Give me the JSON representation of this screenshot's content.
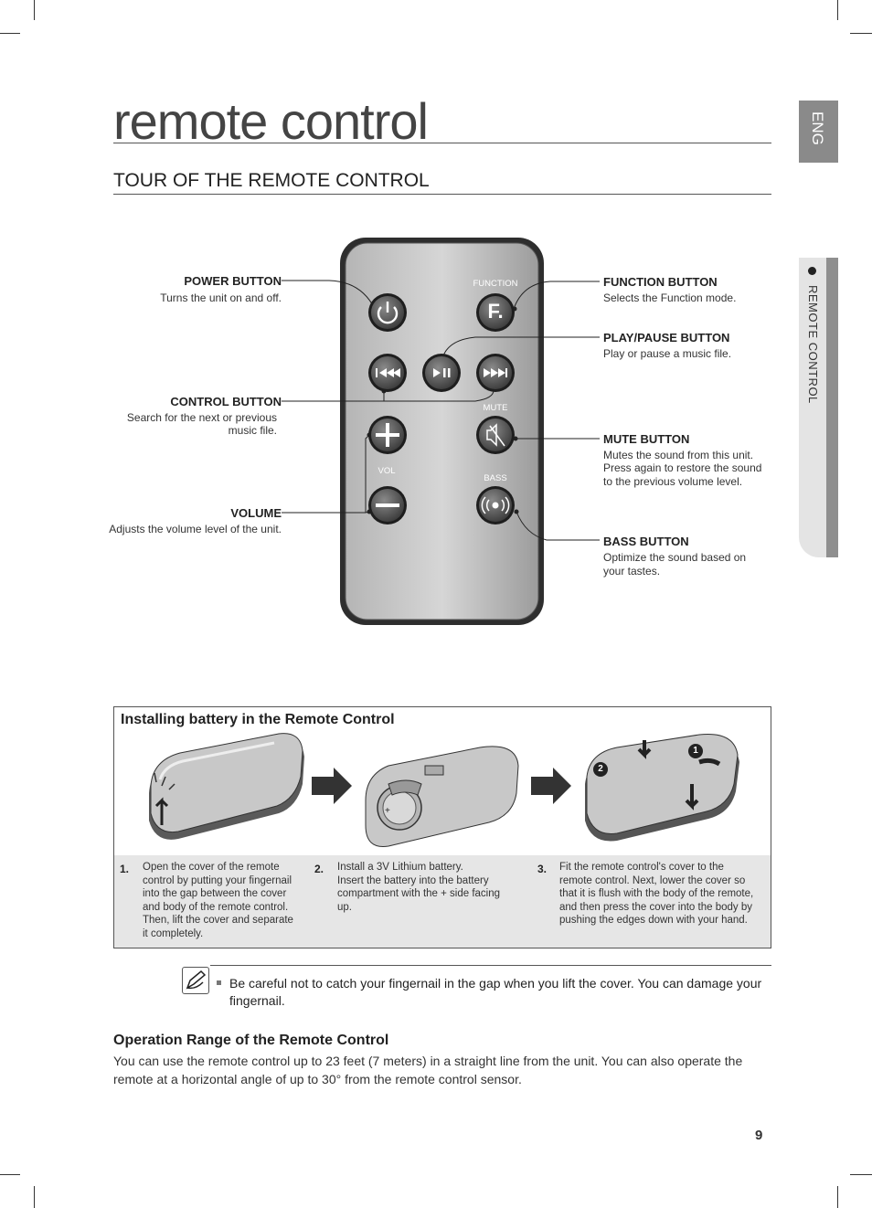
{
  "page": {
    "title": "remote control",
    "section_title": "TOUR OF THE REMOTE CONTROL",
    "lang_tab": "ENG",
    "side_tab": "REMOTE CONTROL",
    "page_number": "9"
  },
  "remote": {
    "function_label": "FUNCTION",
    "function_glyph": "F.",
    "mute_label": "MUTE",
    "vol_label": "VOL",
    "bass_label": "BASS"
  },
  "labels": {
    "power": {
      "title": "POWER BUTTON",
      "desc": "Turns the unit on and off."
    },
    "control": {
      "title": "CONTROL BUTTON",
      "desc1": "Search for the next or previous",
      "desc2": "music file."
    },
    "volume": {
      "title": "VOLUME",
      "desc": "Adjusts the volume level of the unit."
    },
    "function": {
      "title": "FUNCTION BUTTON",
      "desc": "Selects the Function mode."
    },
    "playpause": {
      "title": "PLAY/PAUSE BUTTON",
      "desc": "Play or pause a music file."
    },
    "mute": {
      "title": "MUTE BUTTON",
      "desc1": "Mutes the sound from this unit.",
      "desc2": "Press again to restore the sound",
      "desc3": "to the previous volume level."
    },
    "bass": {
      "title": "BASS BUTTON",
      "desc1": "Optimize the sound based on",
      "desc2": "your tastes."
    }
  },
  "battery": {
    "heading": "Installing battery in the Remote Control",
    "steps": [
      {
        "num": "1.",
        "lines": [
          "Open the cover of the remote",
          "control by putting your fingernail",
          "into the gap between the cover",
          "and body of the remote control.",
          "Then, lift the cover and separate",
          "it completely."
        ]
      },
      {
        "num": "2.",
        "lines": [
          "Install a 3V Lithium battery.",
          "Insert the battery into the battery",
          "compartment with the + side facing",
          "up."
        ]
      },
      {
        "num": "3.",
        "lines": [
          "Fit the remote control's cover to the",
          "remote control. Next, lower the cover so",
          "that it is flush with the body of the remote,",
          "and then press the cover into the body by",
          "pushing the edges down with your hand."
        ]
      }
    ],
    "badge1": "1",
    "badge2": "2"
  },
  "note": {
    "text": "Be careful not to catch your fingernail in the gap when you lift the cover. You can damage your fingernail."
  },
  "operation": {
    "title": "Operation Range of the Remote Control",
    "text": "You can use the remote control up to 23 feet (7 meters) in a straight line from the unit. You can also operate the remote at a horizontal angle of up to 30° from the remote control sensor."
  }
}
